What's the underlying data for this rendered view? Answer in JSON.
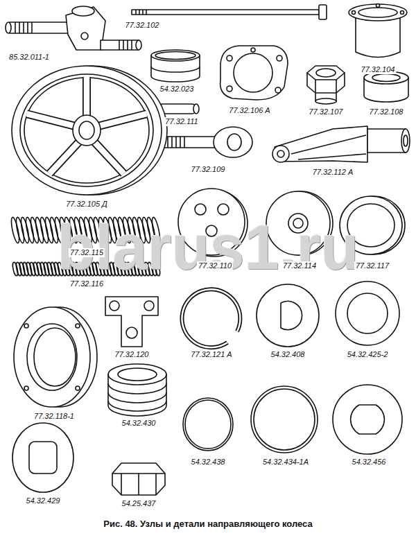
{
  "diagram": {
    "caption": "Рис. 48. Узлы и детали направляющего колеса",
    "labels": [
      "85.32.011-1",
      "77.32.102",
      "77.32.104",
      "54.32.023",
      "77.32.106 А",
      "77.32.107",
      "77.32.108",
      "77.32.111",
      "77.32.109",
      "77.32.112 А",
      "77.32.105 Д",
      "blarus1.ru",
      "77.32.115",
      "77.32.110",
      "77.32.114",
      "77.32.117",
      "77.32.116",
      "77.32.120",
      "77.32.121 А",
      "54.32.408",
      "54.32.425-2",
      "77.32.118-1",
      "54.32.430",
      "54.32.438",
      "54.32.434-1А",
      "54.32.456",
      "54.32.429",
      "54.25.437"
    ]
  }
}
